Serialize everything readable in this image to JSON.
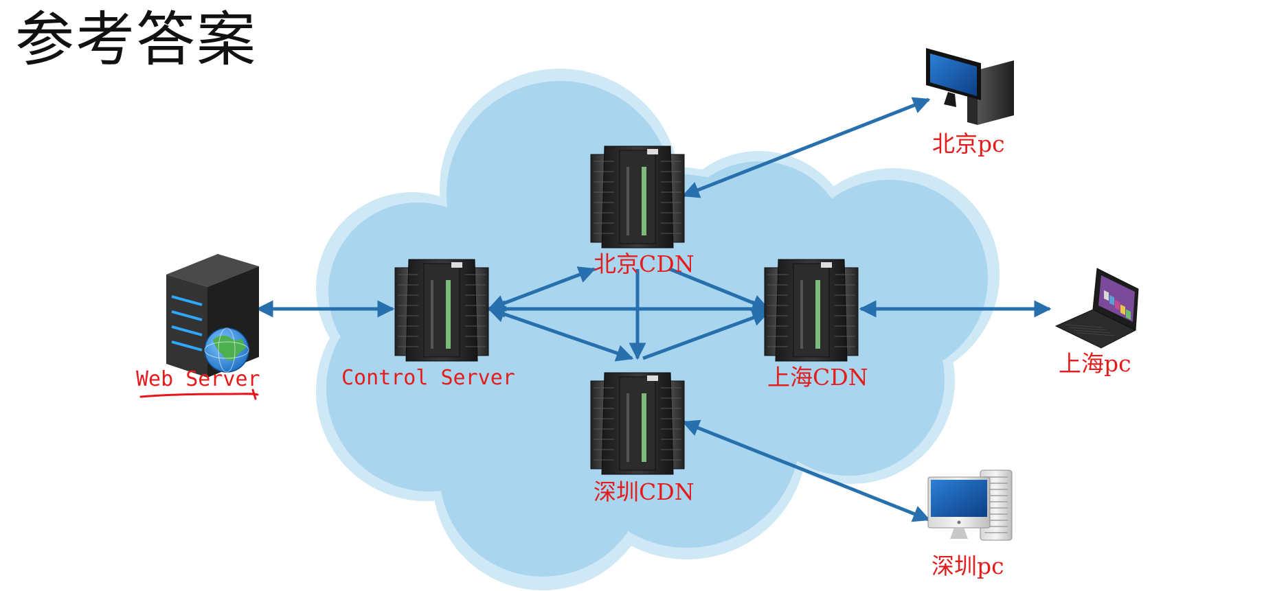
{
  "title": "参考答案",
  "nodes": {
    "web_server": {
      "label": "Web Server",
      "icon": "web-server-globe-icon"
    },
    "control_server": {
      "label": "Control Server",
      "icon": "server-rack-icon"
    },
    "beijing_cdn": {
      "label": "北京CDN",
      "icon": "server-rack-icon"
    },
    "shanghai_cdn": {
      "label": "上海CDN",
      "icon": "server-rack-icon"
    },
    "shenzhen_cdn": {
      "label": "深圳CDN",
      "icon": "server-rack-icon"
    },
    "beijing_pc": {
      "label": "北京pc",
      "icon": "desktop-tower-pc-icon"
    },
    "shanghai_pc": {
      "label": "上海pc",
      "icon": "laptop-icon"
    },
    "shenzhen_pc": {
      "label": "深圳pc",
      "icon": "imac-mac-pro-icon"
    }
  },
  "edges": [
    {
      "from": "web_server",
      "to": "control_server",
      "bidirectional": true
    },
    {
      "from": "control_server",
      "to": "beijing_cdn",
      "bidirectional": true
    },
    {
      "from": "control_server",
      "to": "shanghai_cdn",
      "bidirectional": true
    },
    {
      "from": "control_server",
      "to": "shenzhen_cdn",
      "bidirectional": true
    },
    {
      "from": "beijing_cdn",
      "to": "shanghai_cdn",
      "bidirectional": false
    },
    {
      "from": "beijing_cdn",
      "to": "shenzhen_cdn",
      "bidirectional": false
    },
    {
      "from": "shenzhen_cdn",
      "to": "shanghai_cdn",
      "bidirectional": false
    },
    {
      "from": "beijing_cdn",
      "to": "beijing_pc",
      "bidirectional": true
    },
    {
      "from": "shanghai_cdn",
      "to": "shanghai_pc",
      "bidirectional": true
    },
    {
      "from": "shenzhen_cdn",
      "to": "shenzhen_pc",
      "bidirectional": true
    }
  ],
  "colors": {
    "cloud_fill": "#a9d6ee",
    "cloud_edge": "#cfe8f6",
    "arrow": "#2770ad",
    "label": "#e41c1c",
    "annotation": "#e8141a",
    "server_body": "#2a2a2a",
    "server_light": "#8bd68a"
  }
}
